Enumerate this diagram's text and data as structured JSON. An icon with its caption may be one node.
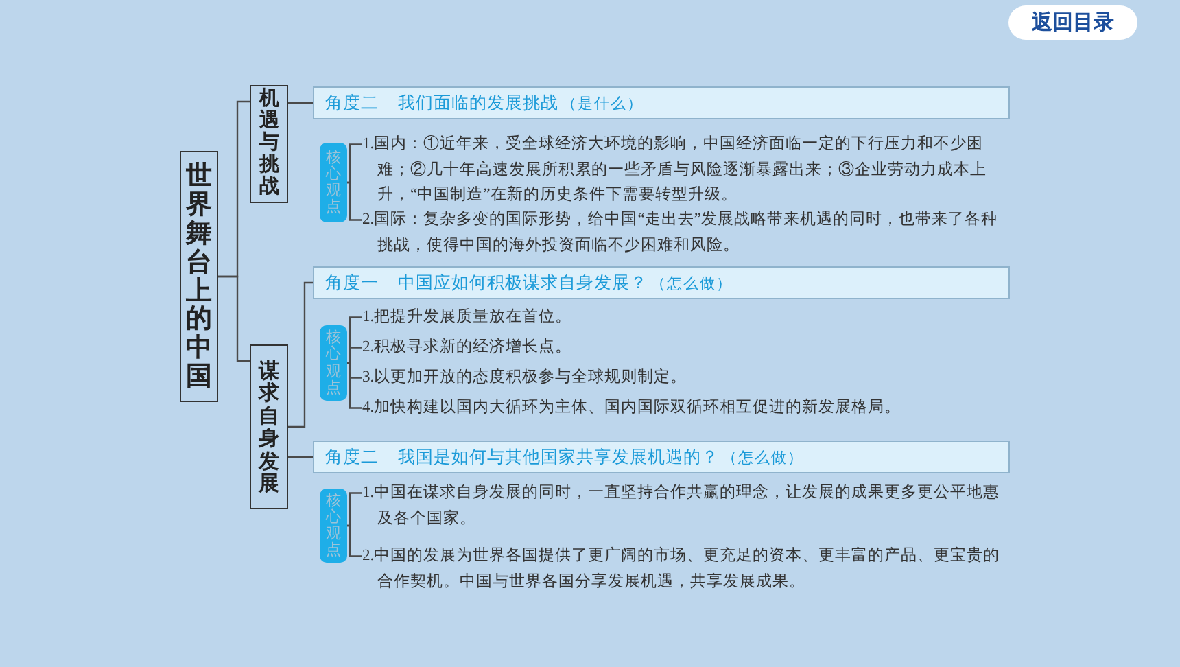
{
  "diagram": {
    "nodes": [
      {
        "text": [
          "世界舞台上的中国"
        ]
      },
      {
        "text": [
          "机遇与挑战"
        ]
      },
      {
        "text": [
          "谋求自身发展"
        ]
      },
      {
        "text": [
          "角度二",
          "我们面临的发展挑战",
          "（是什么）"
        ]
      },
      {
        "text": [
          "核心观点"
        ]
      },
      {
        "text": [
          "1.国内：①近年来，受全球经济大环境的影响，中国经济面临一定的下行压力和不少困难；②几十年高速发展所积累的一些矛盾与风险逐渐暴露出来；③企业劳动力成本上升，“中国制造”在新的历史条件下需要转型升级。"
        ]
      },
      {
        "text": [
          "2.国际：复杂多变的国际形势，给中国“走出去”发展战略带来机遇的同时，也带来了各种挑战，使得中国的海外投资面临不少困难和风险。"
        ]
      },
      {
        "text": [
          "角度一",
          "中国应如何积极谋求自身发展？",
          "（怎么做）"
        ]
      },
      {
        "text": [
          "核心观点"
        ]
      },
      {
        "text": [
          "1.把提升发展质量放在首位。"
        ]
      },
      {
        "text": [
          "2.积极寻求新的经济增长点。"
        ]
      },
      {
        "text": [
          "3.以更加开放的态度积极参与全球规则制定。"
        ]
      },
      {
        "text": [
          "4.加快构建以国内大循环为主体、国内国际双循环相互促进的新发展格局。"
        ]
      },
      {
        "text": [
          "角度二",
          "我国是如何与其他国家共享发展机遇的？",
          "（怎么做）"
        ]
      },
      {
        "text": [
          "核心观点"
        ]
      },
      {
        "text": [
          "1.中国在谋求自身发展的同时，一直坚持合作共赢的理念，让发展的成果更多更公平地惠及各个国家。"
        ]
      },
      {
        "text": [
          "2.中国的发展为世界各国提供了更广阔的市场、更充足的资本、更丰富的产品、更宝贵的合作契机。中国与世界各国分享发展机遇，共享发展成果。"
        ]
      }
    ],
    "edges": [
      {
        "from": 0,
        "to": 1,
        "arrow": "none"
      },
      {
        "from": 0,
        "to": 2,
        "arrow": "none"
      },
      {
        "from": 1,
        "to": 3,
        "arrow": "none"
      },
      {
        "from": 2,
        "to": 7,
        "arrow": "none"
      },
      {
        "from": 2,
        "to": 13,
        "arrow": "none"
      },
      {
        "from": 4,
        "to": 5,
        "arrow": "none"
      },
      {
        "from": 4,
        "to": 6,
        "arrow": "none"
      },
      {
        "from": 8,
        "to": 9,
        "arrow": "none"
      },
      {
        "from": 8,
        "to": 10,
        "arrow": "none"
      },
      {
        "from": 8,
        "to": 11,
        "arrow": "none"
      },
      {
        "from": 8,
        "to": 12,
        "arrow": "none"
      },
      {
        "from": 14,
        "to": 15,
        "arrow": "none"
      },
      {
        "from": 14,
        "to": 16,
        "arrow": "none"
      }
    ],
    "labels": [
      "返回目录"
    ]
  }
}
